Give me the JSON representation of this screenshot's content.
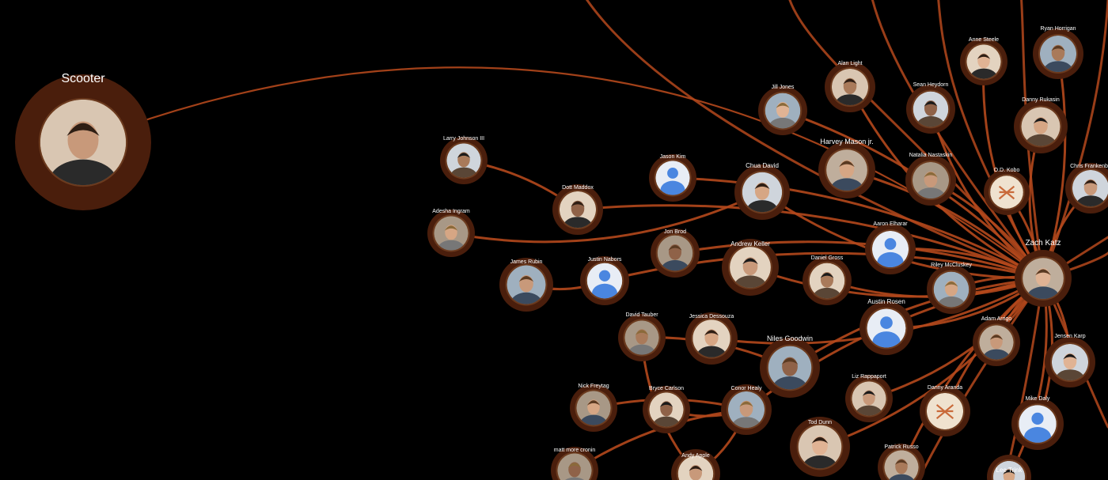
{
  "app": {
    "title": "Network graph"
  },
  "colors": {
    "background": "#000000",
    "edge": "#b4481c",
    "ring": "#4a1e0c",
    "label": "#ffffff",
    "default_avatar": "#4a86e0"
  },
  "center": "Zach Katz",
  "nodes": [
    {
      "id": "scooter",
      "label": "Scooter",
      "avatar": "photo"
    },
    {
      "id": "zach-katz",
      "label": "Zach Katz",
      "avatar": "photo"
    },
    {
      "id": "larry-johnson",
      "label": "Larry Johnson III",
      "avatar": "photo"
    },
    {
      "id": "adesha-ingram",
      "label": "Adesha Ingram",
      "avatar": "photo"
    },
    {
      "id": "dott-maddox",
      "label": "Dott Maddox",
      "avatar": "photo"
    },
    {
      "id": "james-rubin",
      "label": "James Rubin",
      "avatar": "photo"
    },
    {
      "id": "justin-nabors",
      "label": "Justin Nabors",
      "avatar": "default"
    },
    {
      "id": "jason-kim",
      "label": "Jason Kim",
      "avatar": "default"
    },
    {
      "id": "chua-david",
      "label": "Chua David",
      "avatar": "photo"
    },
    {
      "id": "jon-brod",
      "label": "Jon Brod",
      "avatar": "photo"
    },
    {
      "id": "andrew-keller",
      "label": "Andrew Keller",
      "avatar": "photo"
    },
    {
      "id": "jill-jones",
      "label": "Jill Jones",
      "avatar": "photo"
    },
    {
      "id": "alan-light",
      "label": "Alan Light",
      "avatar": "photo"
    },
    {
      "id": "harvey-mason",
      "label": "Harvey Mason jr.",
      "avatar": "photo"
    },
    {
      "id": "sean-heydorn",
      "label": "Sean Heydorn",
      "avatar": "photo"
    },
    {
      "id": "natalia-nastaskin",
      "label": "Natalia Nastaskin",
      "avatar": "photo"
    },
    {
      "id": "anne-steele",
      "label": "Anne Steele",
      "avatar": "photo"
    },
    {
      "id": "ryan-horrigan",
      "label": "Ryan Horrigan",
      "avatar": "photo"
    },
    {
      "id": "danny-rukasin",
      "label": "Danny Rukasin",
      "avatar": "photo"
    },
    {
      "id": "od-kobo",
      "label": "O.D. Kobo",
      "avatar": "logo"
    },
    {
      "id": "chris-frankenberg",
      "label": "Chris Frankenbe",
      "avatar": "photo"
    },
    {
      "id": "aaron-elharar",
      "label": "Aaron Elharar",
      "avatar": "default"
    },
    {
      "id": "daniel-gross",
      "label": "Daniel Gross",
      "avatar": "photo"
    },
    {
      "id": "riley-mccluskey",
      "label": "Riley McCluskey",
      "avatar": "photo"
    },
    {
      "id": "austin-rosen",
      "label": "Austin Rosen",
      "avatar": "default"
    },
    {
      "id": "adam-arrigo",
      "label": "Adam Arrigo",
      "avatar": "photo"
    },
    {
      "id": "jensen-karp",
      "label": "Jensen Karp",
      "avatar": "photo"
    },
    {
      "id": "david-tauber",
      "label": "David Tauber",
      "avatar": "photo"
    },
    {
      "id": "jessica-dessouza",
      "label": "Jessica Dessouza",
      "avatar": "photo"
    },
    {
      "id": "niles-goodwin",
      "label": "Niles Goodwin",
      "avatar": "photo"
    },
    {
      "id": "liz-rappaport",
      "label": "Liz Rappaport",
      "avatar": "photo"
    },
    {
      "id": "danny-aranda",
      "label": "Danny Aranda",
      "avatar": "logo"
    },
    {
      "id": "mike-daly",
      "label": "Mike Daly",
      "avatar": "default"
    },
    {
      "id": "nick-freytag",
      "label": "Nick Freytag",
      "avatar": "photo"
    },
    {
      "id": "bryce-carlson",
      "label": "Bryce Carlson",
      "avatar": "photo"
    },
    {
      "id": "conor-healy",
      "label": "Conor Healy",
      "avatar": "photo"
    },
    {
      "id": "tod-dunn",
      "label": "Tod Dunn",
      "avatar": "photo"
    },
    {
      "id": "patrick-russo",
      "label": "Patrick Russo",
      "avatar": "photo"
    },
    {
      "id": "lee-trink",
      "label": "Lee Trink",
      "avatar": "photo"
    },
    {
      "id": "matt-more-cronin",
      "label": "matt more cronin",
      "avatar": "photo"
    },
    {
      "id": "andy-apple",
      "label": "Andy Apple",
      "avatar": "photo"
    }
  ],
  "edges": [
    [
      "scooter",
      "zach-katz"
    ],
    [
      "larry-johnson",
      "dott-maddox"
    ],
    [
      "adesha-ingram",
      "chua-david"
    ],
    [
      "dott-maddox",
      "zach-katz"
    ],
    [
      "james-rubin",
      "justin-nabors"
    ],
    [
      "jason-kim",
      "zach-katz"
    ],
    [
      "chua-david",
      "zach-katz"
    ],
    [
      "jon-brod",
      "zach-katz"
    ],
    [
      "andrew-keller",
      "zach-katz"
    ],
    [
      "jill-jones",
      "zach-katz"
    ],
    [
      "alan-light",
      "zach-katz"
    ],
    [
      "harvey-mason",
      "zach-katz"
    ],
    [
      "sean-heydorn",
      "zach-katz"
    ],
    [
      "natalia-nastaskin",
      "zach-katz"
    ],
    [
      "anne-steele",
      "zach-katz"
    ],
    [
      "ryan-horrigan",
      "zach-katz"
    ],
    [
      "danny-rukasin",
      "zach-katz"
    ],
    [
      "od-kobo",
      "zach-katz"
    ],
    [
      "chris-frankenberg",
      "zach-katz"
    ],
    [
      "aaron-elharar",
      "zach-katz"
    ],
    [
      "daniel-gross",
      "zach-katz"
    ],
    [
      "riley-mccluskey",
      "zach-katz"
    ],
    [
      "austin-rosen",
      "zach-katz"
    ],
    [
      "adam-arrigo",
      "zach-katz"
    ],
    [
      "jensen-karp",
      "zach-katz"
    ],
    [
      "david-tauber",
      "niles-goodwin"
    ],
    [
      "jessica-dessouza",
      "zach-katz"
    ],
    [
      "niles-goodwin",
      "zach-katz"
    ],
    [
      "liz-rappaport",
      "zach-katz"
    ],
    [
      "danny-aranda",
      "zach-katz"
    ],
    [
      "mike-daly",
      "zach-katz"
    ],
    [
      "nick-freytag",
      "conor-healy"
    ],
    [
      "bryce-carlson",
      "conor-healy"
    ],
    [
      "conor-healy",
      "zach-katz"
    ],
    [
      "tod-dunn",
      "zach-katz"
    ],
    [
      "patrick-russo",
      "zach-katz"
    ],
    [
      "lee-trink",
      "zach-katz"
    ],
    [
      "matt-more-cronin",
      "conor-healy"
    ],
    [
      "andy-apple",
      "conor-healy"
    ],
    [
      "justin-nabors",
      "zach-katz"
    ],
    [
      "david-tauber",
      "andy-apple"
    ]
  ]
}
